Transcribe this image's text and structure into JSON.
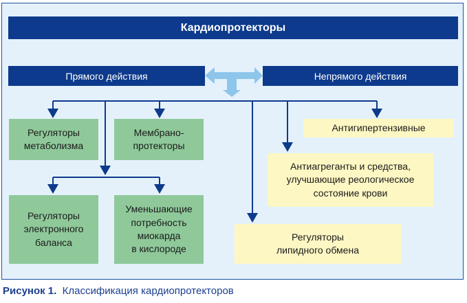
{
  "title": "Кардиопротекторы",
  "categories": {
    "direct": "Прямого действия",
    "indirect": "Непрямого действия"
  },
  "boxes": {
    "metabolism": [
      "Регуляторы",
      "метаболизма"
    ],
    "membrane": [
      "Мембрано-",
      "протекторы"
    ],
    "electronic": [
      "Регуляторы",
      "электронного",
      "баланса"
    ],
    "oxygen": [
      "Уменьшающие",
      "потребность",
      "миокарда",
      "в кислороде"
    ],
    "antihypertensive": [
      "Антигипертензивные"
    ],
    "antiaggregants": [
      "Антиагреганты и средства,",
      "улучшающие реологическое",
      "состояние крови"
    ],
    "lipid": [
      "Регуляторы",
      "липидного обмена"
    ]
  },
  "caption": {
    "label": "Рисунок 1.",
    "text": "Классификация кардиопротекторов"
  },
  "colors": {
    "navy": "#0d3a8c",
    "green": "#8fc99a",
    "yellow": "#fdf7c3",
    "background": "#e4f1fb",
    "double_arrow": "#8ec5ea"
  }
}
